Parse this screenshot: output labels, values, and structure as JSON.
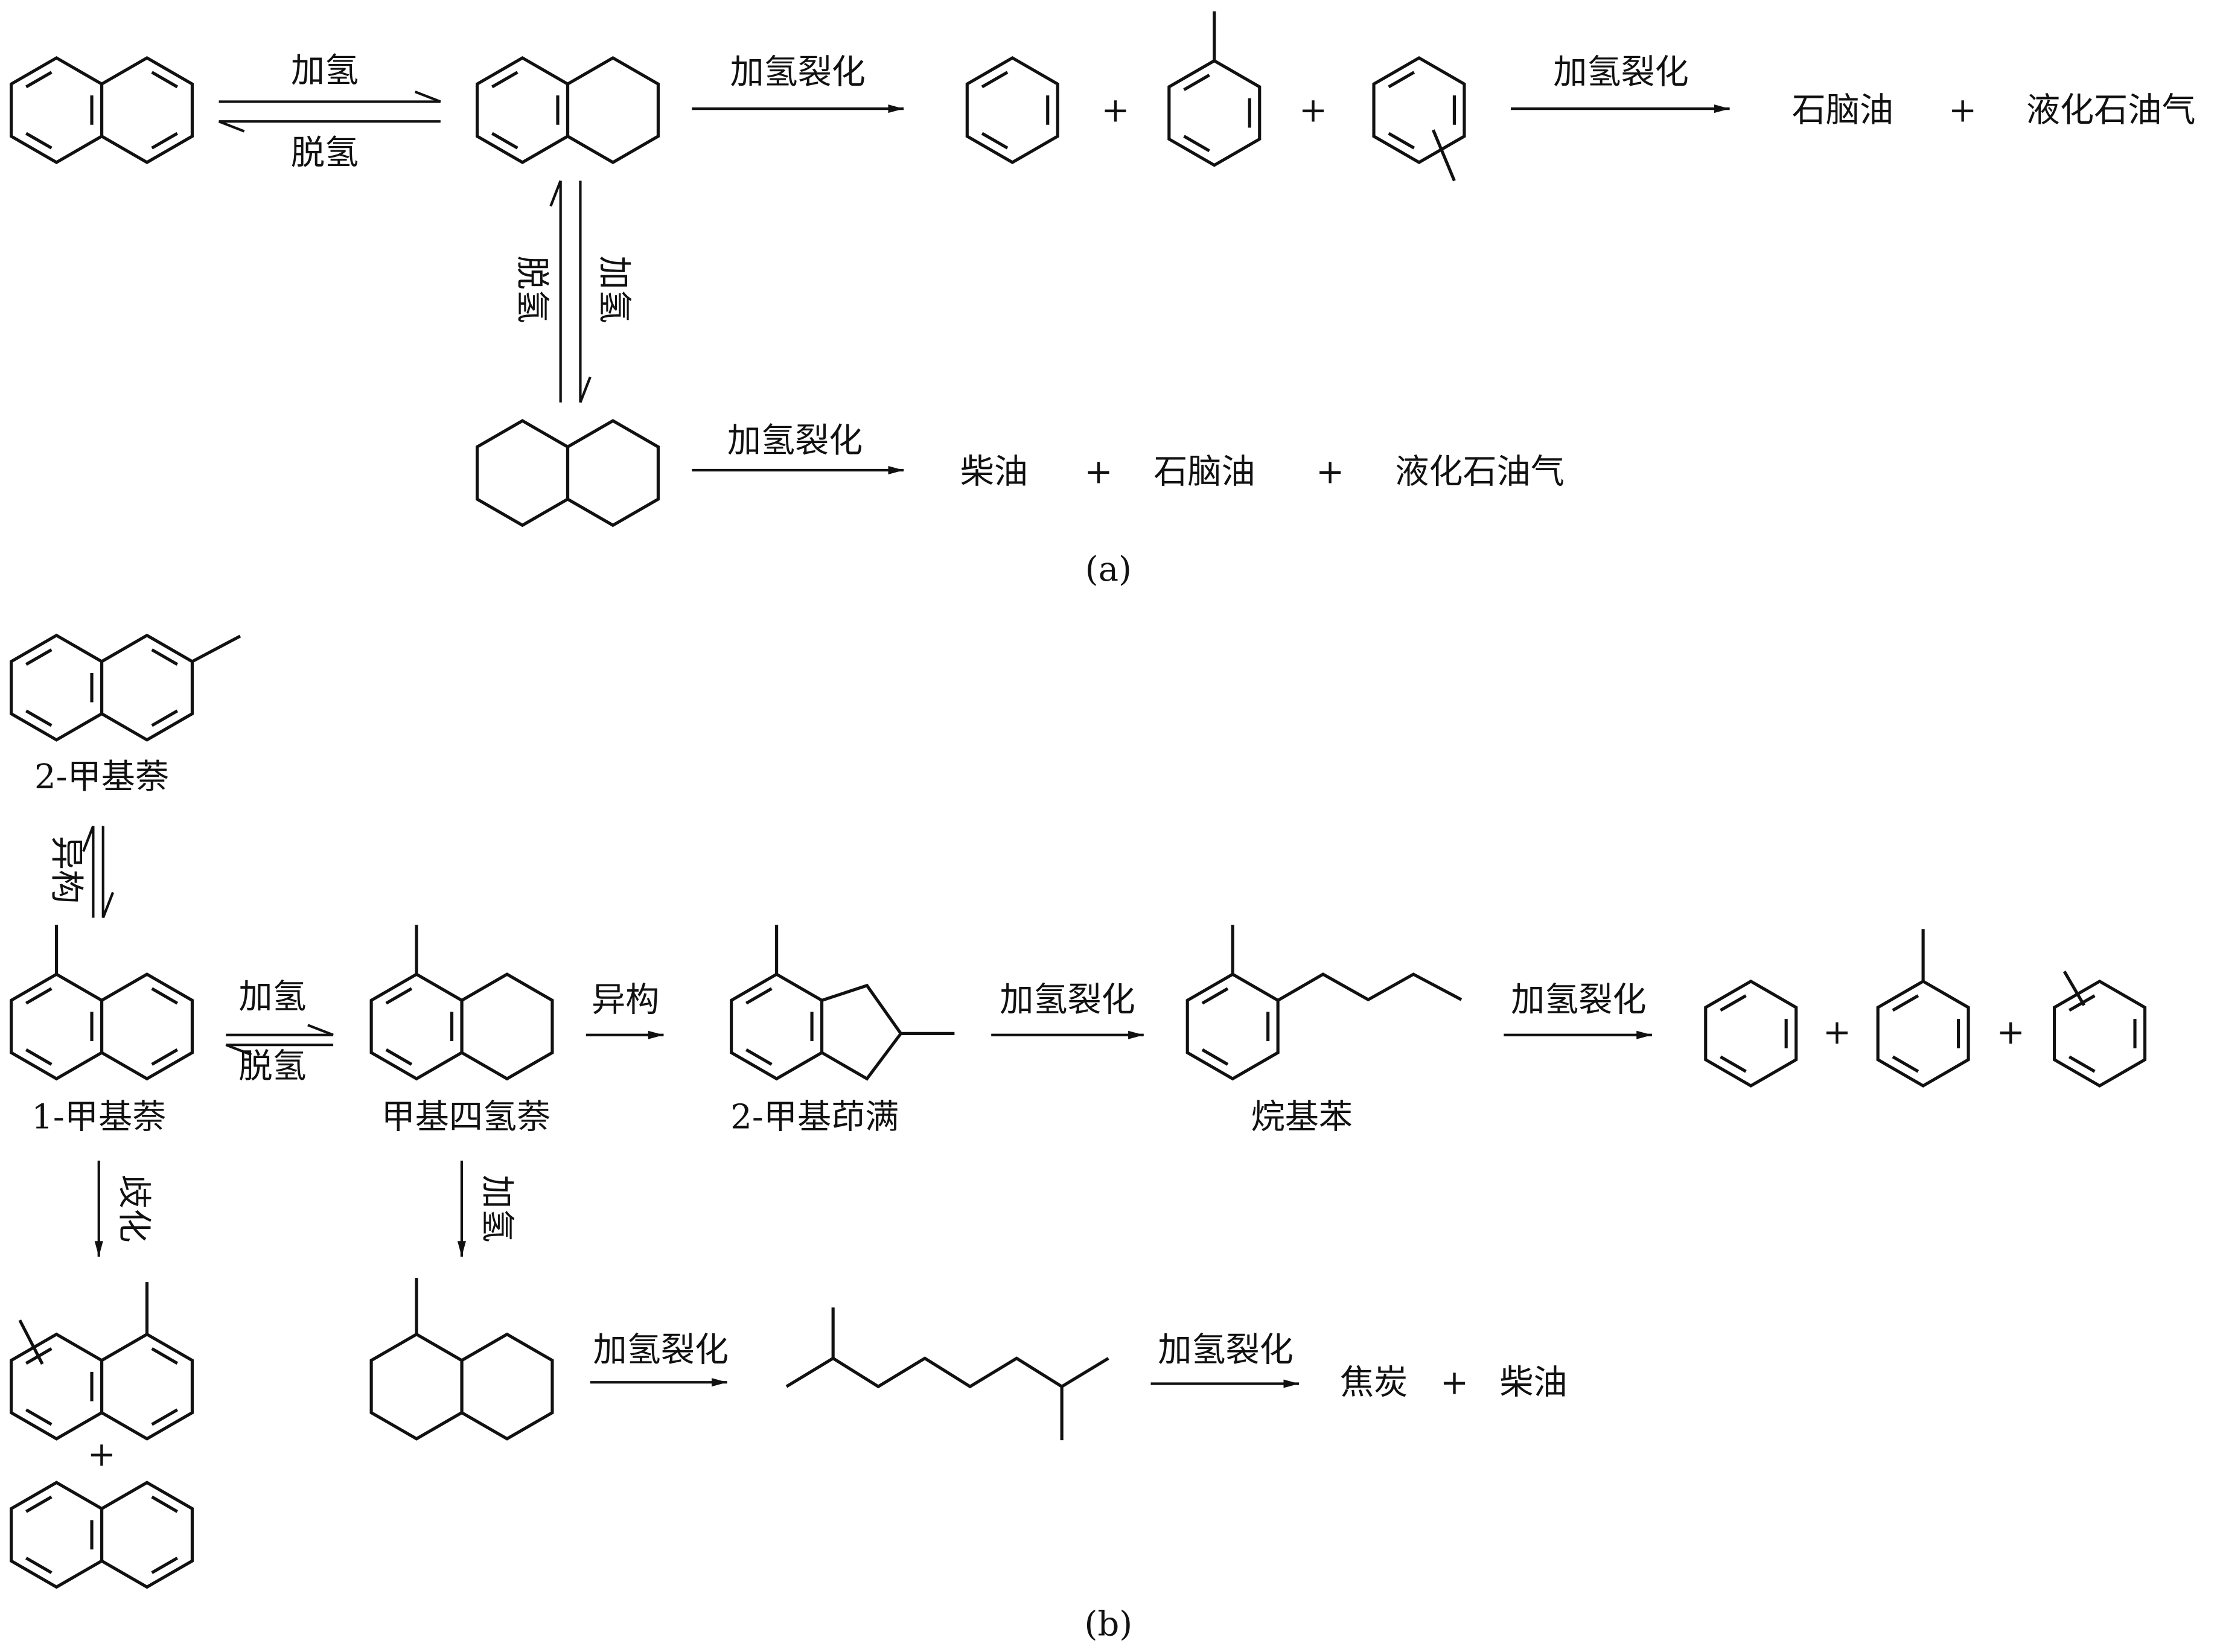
{
  "panel_a": {
    "caption": "(a)",
    "arrow_hydrogenation": "加氢",
    "arrow_dehydrogenation": "脱氢",
    "arrow_hydrocracking_1": "加氢裂化",
    "arrow_hydrocracking_2": "加氢裂化",
    "arrow_hydrocracking_3": "加氢裂化",
    "vertical_dehydrogenation": "脱氢",
    "vertical_hydrogenation": "加氢",
    "plus": "+",
    "products_row1": [
      "石脑油",
      "液化石油气"
    ],
    "products_row2": [
      "柴油",
      "石脑油",
      "液化石油气"
    ]
  },
  "panel_b": {
    "caption": "(b)",
    "label_2_methylnaphthalene": "2-甲基萘",
    "label_1_methylnaphthalene": "1-甲基萘",
    "label_methyltetralin": "甲基四氢萘",
    "label_2_methylindane": "2-甲基茚满",
    "label_alkylbenzene": "烷基苯",
    "arrow_isomerization_vertical": "异构",
    "arrow_hydrogenation": "加氢",
    "arrow_dehydrogenation": "脱氢",
    "arrow_isomerization": "异构",
    "arrow_hydrocracking_1": "加氢裂化",
    "arrow_hydrocracking_2": "加氢裂化",
    "arrow_hydrocracking_3": "加氢裂化",
    "arrow_hydrocracking_4": "加氢裂化",
    "arrow_disproportionation": "歧化",
    "arrow_hydrogenation_vertical": "加氢",
    "plus": "+",
    "final_products": [
      "焦炭",
      "柴油"
    ]
  }
}
